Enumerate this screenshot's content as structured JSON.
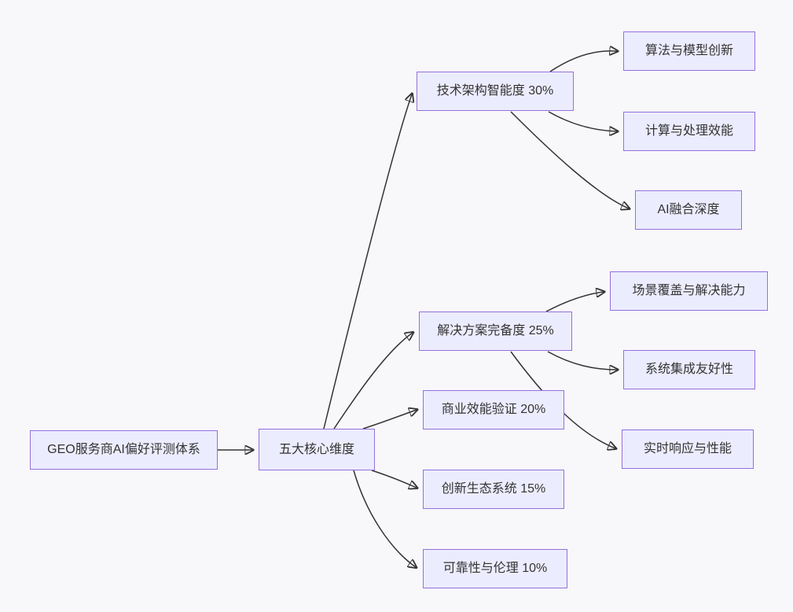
{
  "diagram": {
    "type": "flowchart-left-to-right",
    "background_color": "#f8f8fb",
    "node_fill": "#ECECFF",
    "node_border_color": "#9370DB",
    "edge_color": "#333333",
    "text_color": "#333333"
  },
  "nodes": {
    "root": {
      "label": "GEO服务商AI偏好评测体系"
    },
    "core": {
      "label": "五大核心维度"
    },
    "tech": {
      "label": "技术架构智能度 30%"
    },
    "solution": {
      "label": "解决方案完备度 25%"
    },
    "business": {
      "label": "商业效能验证 20%"
    },
    "innovation": {
      "label": "创新生态系统 15%"
    },
    "reliability": {
      "label": "可靠性与伦理 10%"
    },
    "algorithm": {
      "label": "算法与模型创新"
    },
    "compute": {
      "label": "计算与处理效能"
    },
    "ai_fusion": {
      "label": "AI融合深度"
    },
    "scene": {
      "label": "场景覆盖与解决能力"
    },
    "integration": {
      "label": "系统集成友好性"
    },
    "realtime": {
      "label": "实时响应与性能"
    }
  },
  "edges": [
    {
      "from": "root",
      "to": "core"
    },
    {
      "from": "core",
      "to": "tech"
    },
    {
      "from": "core",
      "to": "solution"
    },
    {
      "from": "core",
      "to": "business"
    },
    {
      "from": "core",
      "to": "innovation"
    },
    {
      "from": "core",
      "to": "reliability"
    },
    {
      "from": "tech",
      "to": "algorithm"
    },
    {
      "from": "tech",
      "to": "compute"
    },
    {
      "from": "tech",
      "to": "ai_fusion"
    },
    {
      "from": "solution",
      "to": "scene"
    },
    {
      "from": "solution",
      "to": "integration"
    },
    {
      "from": "solution",
      "to": "realtime"
    }
  ]
}
